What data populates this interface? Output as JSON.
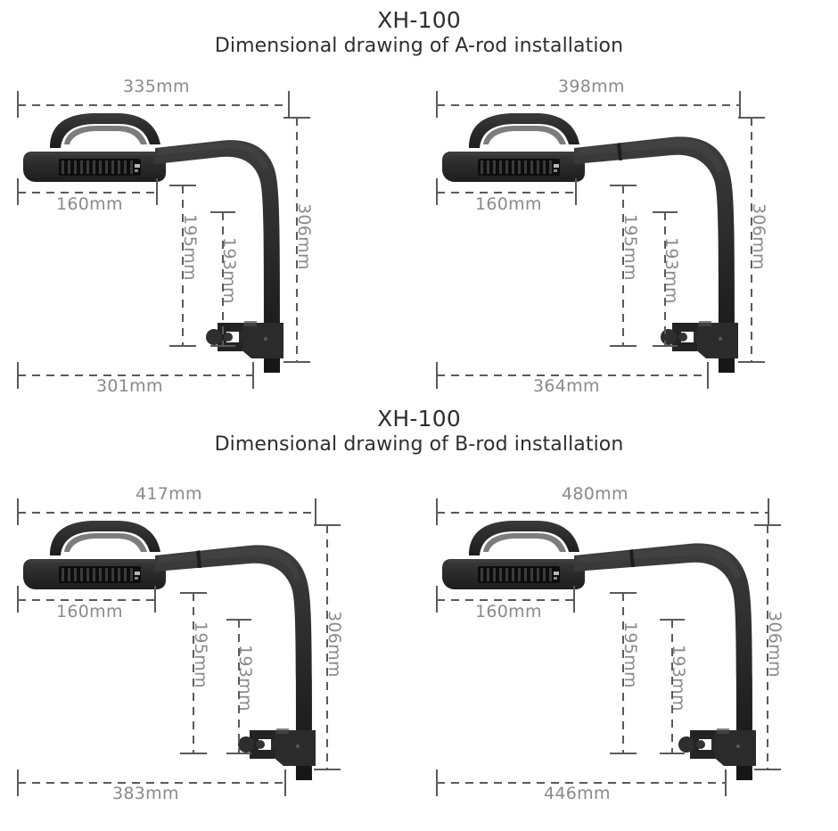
{
  "page": {
    "background": "#ffffff",
    "dimension_line_color": "#5a5a5a",
    "dimension_text_color": "#8a8a8a",
    "product_color": "#2b2b2b",
    "title_color": "#2e2e2e"
  },
  "sections": [
    {
      "id": "a-rod",
      "model": "XH-100",
      "subtitle": "Dimensional drawing of A-rod installation"
    },
    {
      "id": "b-rod",
      "model": "XH-100",
      "subtitle": "Dimensional drawing of B-rod installation"
    }
  ],
  "drawings": [
    {
      "id": "a-rod-short",
      "section": "a-rod",
      "position": "top-left",
      "arm_extended": false,
      "dimensions": {
        "top_width": "335mm",
        "head_width": "160mm",
        "drop_outer": "195mm",
        "drop_inner": "193mm",
        "height": "306mm",
        "bottom_width": "301mm"
      }
    },
    {
      "id": "a-rod-long",
      "section": "a-rod",
      "position": "top-right",
      "arm_extended": true,
      "dimensions": {
        "top_width": "398mm",
        "head_width": "160mm",
        "drop_outer": "195mm",
        "drop_inner": "193mm",
        "height": "306mm",
        "bottom_width": "364mm"
      }
    },
    {
      "id": "b-rod-short",
      "section": "b-rod",
      "position": "bottom-left",
      "arm_extended": false,
      "dimensions": {
        "top_width": "417mm",
        "head_width": "160mm",
        "drop_outer": "195mm",
        "drop_inner": "193mm",
        "height": "306mm",
        "bottom_width": "383mm"
      }
    },
    {
      "id": "b-rod-long",
      "section": "b-rod",
      "position": "bottom-right",
      "arm_extended": true,
      "dimensions": {
        "top_width": "480mm",
        "head_width": "160mm",
        "drop_outer": "195mm",
        "drop_inner": "193mm",
        "height": "306mm",
        "bottom_width": "446mm"
      }
    }
  ]
}
